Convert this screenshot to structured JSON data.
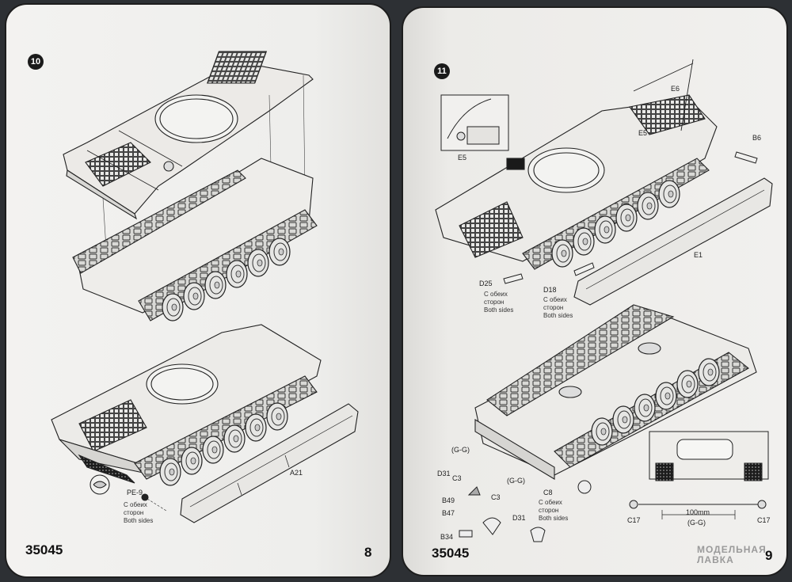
{
  "left_page": {
    "step_number": "10",
    "labels": {
      "pe9": "PE-9",
      "a21": "A21"
    },
    "note": {
      "ru_line1": "С обеих",
      "ru_line2": "сторон",
      "en": "Both sides"
    },
    "kit_number": "35045",
    "page_number": "8"
  },
  "right_page": {
    "step_number": "11",
    "labels": {
      "e6": "E6",
      "e5_top": "E5",
      "b6": "B6",
      "e5_inset": "E5",
      "e1": "E1",
      "d25": "D25",
      "d18": "D18",
      "gg_1": "(G-G)",
      "d31_1": "D31",
      "c3_1": "C3",
      "gg_2": "(G-G)",
      "b49": "B49",
      "c3_2": "C3",
      "b47": "B47",
      "d31_2": "D31",
      "b34": "B34",
      "c8": "C8",
      "c17_left": "C17",
      "c17_right": "C17",
      "dimension": "100mm",
      "gg_3": "(G-G)"
    },
    "note_d25": {
      "ru_line1": "С обеих",
      "ru_line2": "сторон",
      "en": "Both sides"
    },
    "note_d18": {
      "ru_line1": "С обеих",
      "ru_line2": "сторон",
      "en": "Both sides"
    },
    "note_c8": {
      "ru_line1": "С обеих",
      "ru_line2": "сторон",
      "en": "Both sides"
    },
    "kit_number": "35045",
    "page_number": "9",
    "watermark": {
      "line1": "МОДЕЛЬНАЯ",
      "line2": "ЛАВКА"
    }
  }
}
